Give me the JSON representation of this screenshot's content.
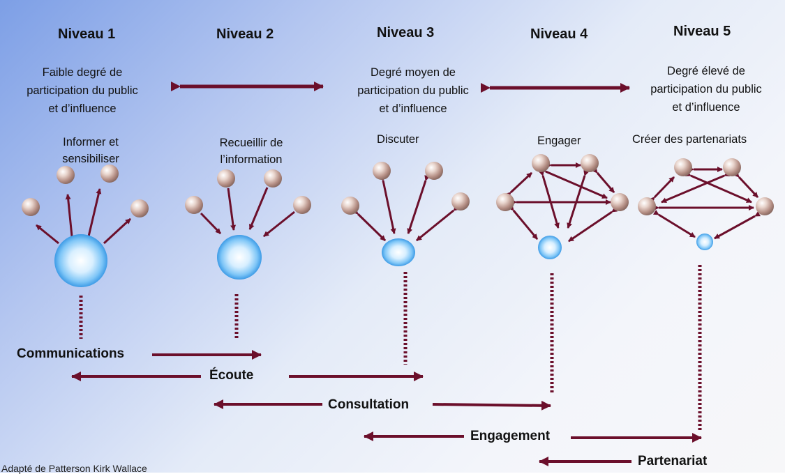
{
  "levels": [
    {
      "title": "Niveau 1",
      "stage": "Informer et\nsensibiliser"
    },
    {
      "title": "Niveau 2",
      "stage": "Recueillir de\nl’information"
    },
    {
      "title": "Niveau 3",
      "stage": "Discuter"
    },
    {
      "title": "Niveau 4",
      "stage": "Engager"
    },
    {
      "title": "Niveau 5",
      "stage": "Créer des partenariats"
    }
  ],
  "degrees": {
    "low": "Faible degré de\nparticipation du public\net d’influence",
    "mid": "Degré moyen de\nparticipation du public\net d’influence",
    "high": "Degré élevé de\nparticipation du public\net d’influence"
  },
  "bands": {
    "communications": "Communications",
    "ecoute": "Écoute",
    "consultation": "Consultation",
    "engagement": "Engagement",
    "partenariat": "Partenariat"
  },
  "credit": "Adapté de Patterson Kirk Wallace",
  "colors": {
    "arrow": "#6b0f2b",
    "stakeholder_sphere": "#c9a89e",
    "organization_sphere": "#5fb4f2"
  }
}
